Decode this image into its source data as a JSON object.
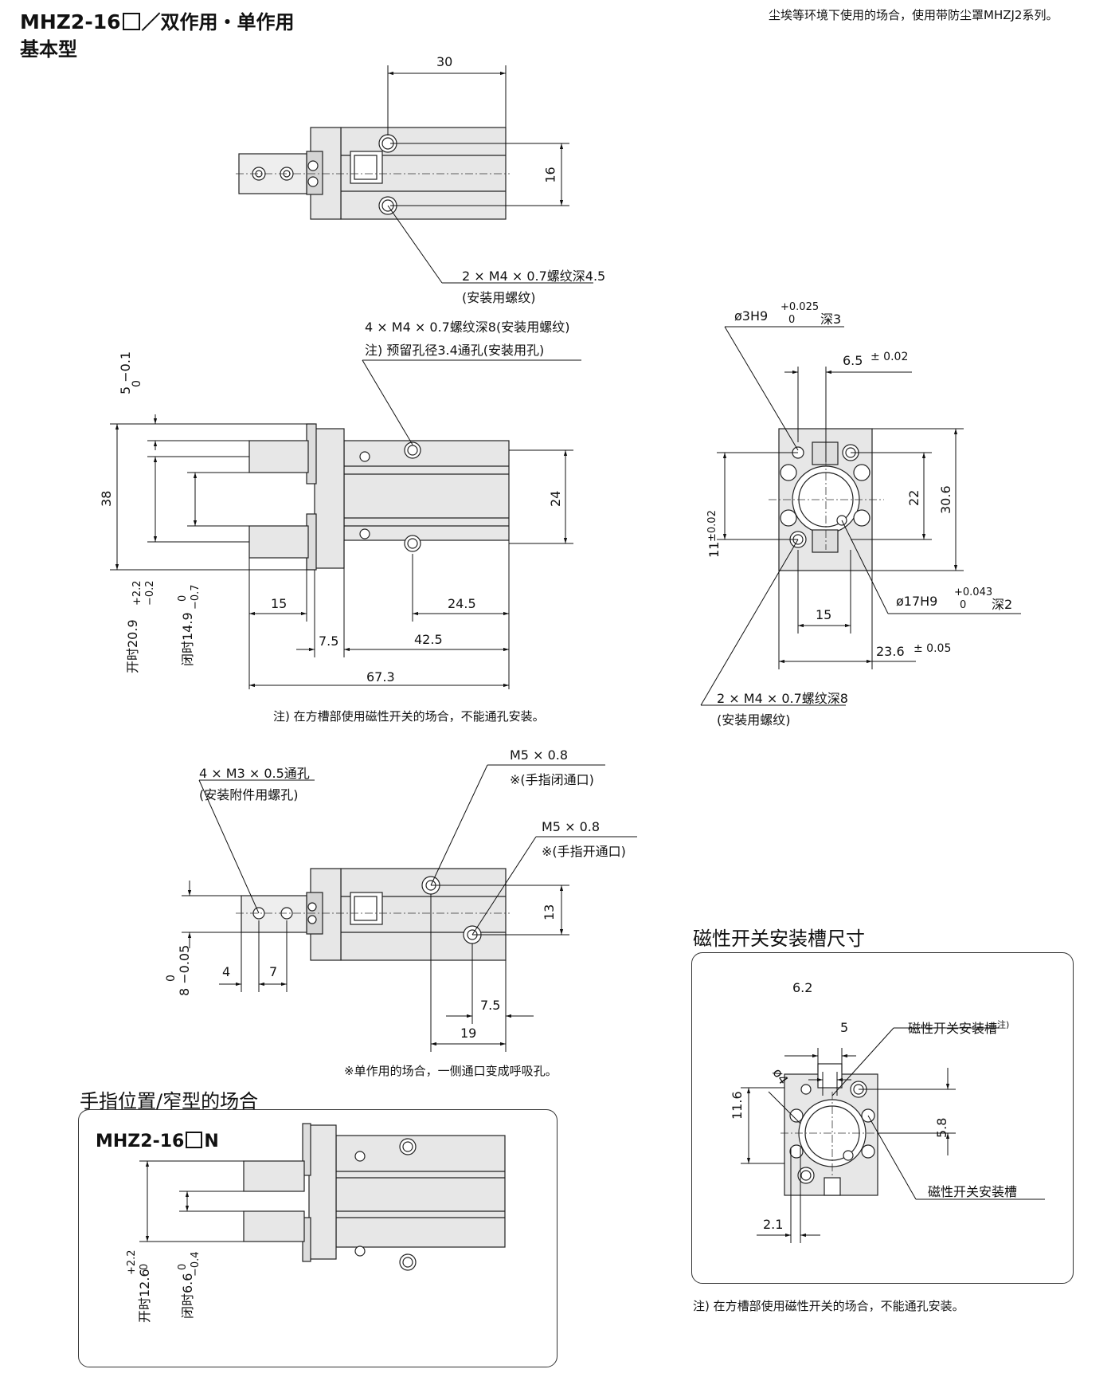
{
  "header": {
    "model_prefix": "MHZ2-16",
    "model_suffix": "／双作用・单作用",
    "subtitle": "基本型",
    "top_note": "尘埃等环境下使用的场合，使用带防尘罩MHZJ2系列。"
  },
  "top_view": {
    "dim_30": "30",
    "dim_16": "16",
    "callout_line1": "2 × M4 × 0.7螺纹深4.5",
    "callout_line2": "(安装用螺纹)"
  },
  "side_view": {
    "callout_line1": "4 × M4 × 0.7螺纹深8(安装用螺纹)",
    "callout_line2": "注) 预留孔径3.4通孔(安装用孔)",
    "tol_5": "5 −0.1",
    "tol_5_upper": "0",
    "dim_38": "38",
    "dim_24": "24",
    "open_label": "开时20.9",
    "open_tol_upper": "+2.2",
    "open_tol_lower": "−0.2",
    "closed_label": "闭时14.9",
    "closed_tol_upper": "0",
    "closed_tol_lower": "−0.7",
    "dim_15": "15",
    "dim_24_5": "24.5",
    "dim_7_5": "7.5",
    "dim_42_5": "42.5",
    "dim_67_3": "67.3",
    "note": "注) 在方槽部使用磁性开关的场合，不能通孔安装。"
  },
  "end_view": {
    "c1_main": "ø3H9",
    "c1_tol_upper": "+0.025",
    "c1_tol_lower": "0",
    "c1_depth": "深3",
    "dim_6_5": "6.5",
    "dim_6_5_tol": "± 0.02",
    "dim_11": "11",
    "dim_11_tol": "±0.02",
    "dim_22": "22",
    "dim_30_6": "30.6",
    "c2_main": "ø17H9",
    "c2_tol_upper": "+0.043",
    "c2_tol_lower": "0",
    "c2_depth": "深2",
    "dim_15": "15",
    "dim_23_6": "23.6",
    "dim_23_6_tol": "± 0.05",
    "callout_line1": "2 × M4 × 0.7螺纹深8",
    "callout_line2": "(安装用螺纹)"
  },
  "bottom_view": {
    "c1_line1": "4 × M3 × 0.5通孔",
    "c1_line2": "(安装附件用螺孔)",
    "c2_line1": "M5 × 0.8",
    "c2_line2": "※(手指闭通口)",
    "c3_line1": "M5 × 0.8",
    "c3_line2": "※(手指开通口)",
    "tol_8": "8 −0.05",
    "tol_8_upper": "0",
    "dim_4": "4",
    "dim_7": "7",
    "dim_13": "13",
    "dim_7_5": "7.5",
    "dim_19": "19",
    "note": "※单作用的场合，一侧通口变成呼吸孔。"
  },
  "narrow_panel": {
    "heading": "手指位置/窄型的场合",
    "model": "MHZ2-16",
    "model_suffix": "N",
    "open_label": "开时12.6",
    "open_tol_upper": "+2.2",
    "open_tol_lower": "0",
    "closed_label": "闭时6.6",
    "closed_tol_upper": "0",
    "closed_tol_lower": "−0.4"
  },
  "switch_panel": {
    "heading": "磁性开关安装槽尺寸",
    "dim_6_2": "6.2",
    "dim_5": "5",
    "slot_label": "磁性开关安装槽",
    "slot_sup": "注)",
    "dim_d4": "ø4",
    "dim_11_6": "11.6",
    "dim_5_8": "5.8",
    "slot_label2": "磁性开关安装槽",
    "dim_2_1": "2.1",
    "note": "注) 在方槽部使用磁性开关的场合，不能通孔安装。"
  }
}
